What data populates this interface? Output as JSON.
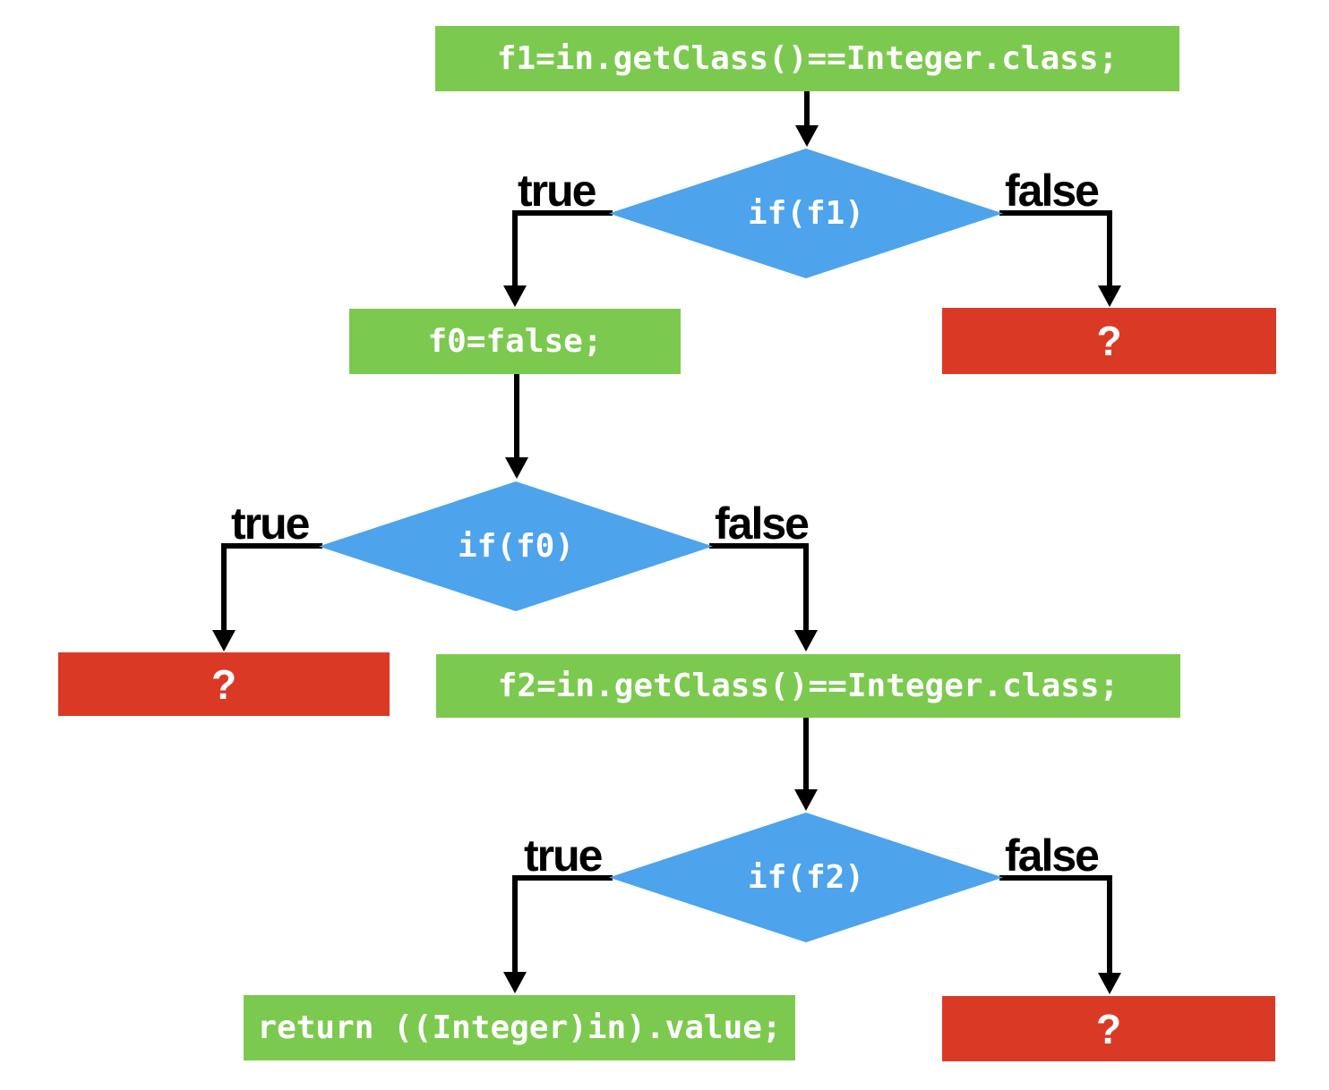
{
  "colors": {
    "background": "#FFFFFF",
    "process_fill": "#7CC94F",
    "decision_fill": "#4DA3EC",
    "error_fill": "#DA3A25",
    "edge_stroke": "#000000",
    "node_text": "#FFFFFF",
    "branch_label_text": "#000000"
  },
  "nodes": {
    "stmt_f1": "f1=in.getClass()==Integer.class;",
    "decision_f1": "if(f1)",
    "stmt_f0": "f0=false;",
    "error_top_right": "?",
    "decision_f0": "if(f0)",
    "error_middle_left": "?",
    "stmt_f2": "f2=in.getClass()==Integer.class;",
    "decision_f2": "if(f2)",
    "stmt_return": "return ((Integer)in).value;",
    "error_bottom_right": "?"
  },
  "branch_labels": {
    "f1_true": "true",
    "f1_false": "false",
    "f0_true": "true",
    "f0_false": "false",
    "f2_true": "true",
    "f2_false": "false"
  }
}
